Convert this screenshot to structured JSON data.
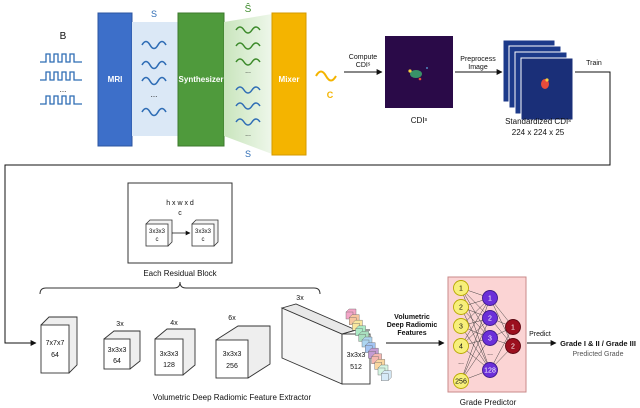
{
  "colors": {
    "mri": "#3d6fc9",
    "synth": "#4f9a3c",
    "mixer": "#f4b400",
    "wave_blue": "#2f6db5",
    "wave_green": "#3c8a2a",
    "panel_blue": "#dbe8f6",
    "panel_green": "#dcefd3",
    "grade_panel": "#fbd4d4",
    "node_yellow": "#f7ef7a",
    "node_purple": "#6b2fd9",
    "node_red": "#9b0f1e",
    "cdi_bg": "#2a0a48"
  },
  "top": {
    "b_label": "B",
    "s_label": "S",
    "s_hat_label": "Ŝ",
    "s_bottom_label": "S",
    "c_label": "C",
    "mri_label": "MRI",
    "synth_label": "Synthesizer",
    "mixer_label": "Mixer",
    "dots": "...",
    "compute_label_1": "Compute",
    "compute_label_2": "CDIˢ",
    "preprocess_label_1": "Preprocess",
    "preprocess_label_2": "Image",
    "train_label": "Train",
    "cdi_caption": "CDIˢ",
    "std_caption": "Standardized CDIˢ",
    "std_dims": "224 x 224 x 25"
  },
  "residual": {
    "dims": "h x w x d",
    "channel": "c",
    "conv1_top": "3x3x3",
    "conv1_bottom": "c",
    "conv2_top": "3x3x3",
    "conv2_bottom": "c",
    "caption": "Each Residual Block"
  },
  "extractor": {
    "block1_top": "7x7x7",
    "block1_bottom": "64",
    "block2_rep": "3x",
    "block2_top": "3x3x3",
    "block2_bottom": "64",
    "block3_rep": "4x",
    "block3_top": "3x3x3",
    "block3_bottom": "128",
    "block4_rep": "6x",
    "block4_top": "3x3x3",
    "block4_bottom": "256",
    "block5_rep": "3x",
    "block5_top": "3x3x3",
    "block5_bottom": "512",
    "caption": "Volumetric Deep Radiomic Feature Extractor"
  },
  "features": {
    "label_1": "Volumetric",
    "label_2": "Deep Radiomic",
    "label_3": "Features"
  },
  "grade": {
    "input_nodes": [
      "1",
      "2",
      "3",
      "4",
      "256"
    ],
    "input_dots": "...",
    "hidden_nodes": [
      "1",
      "2",
      "3",
      "128"
    ],
    "hidden_dots": "...",
    "output_nodes": [
      "1",
      "2"
    ],
    "caption": "Grade Predictor",
    "predict_label": "Predict",
    "result": "Grade I & II / Grade III",
    "result_caption": "Predicted Grade"
  }
}
